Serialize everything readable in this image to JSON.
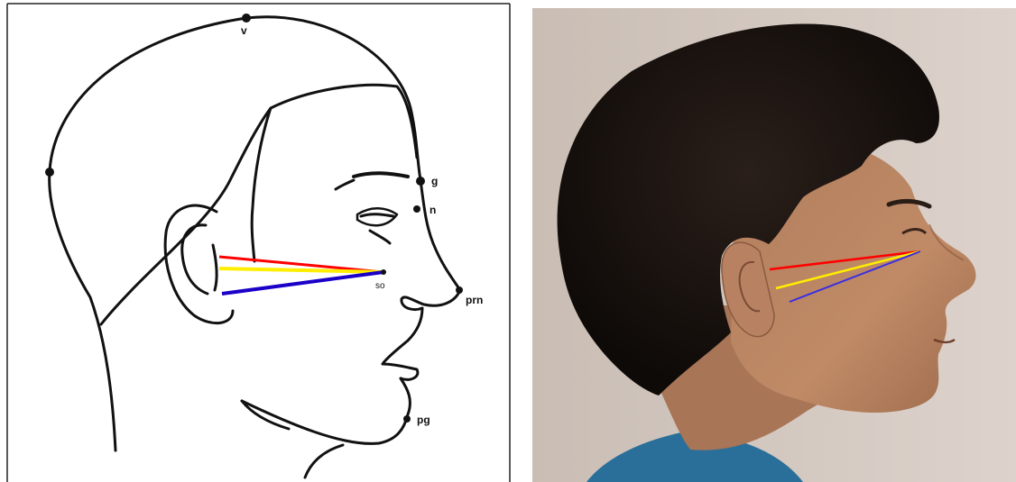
{
  "diagram": {
    "landmarks": [
      {
        "key": "v",
        "label": "v"
      },
      {
        "key": "g",
        "label": "g"
      },
      {
        "key": "n",
        "label": "n"
      },
      {
        "key": "so",
        "label": "so"
      },
      {
        "key": "prn",
        "label": "prn"
      },
      {
        "key": "pg",
        "label": "pg"
      }
    ],
    "measurement_lines": [
      {
        "color": "#ff0000"
      },
      {
        "color": "#ffee00"
      },
      {
        "color": "#1a00c8"
      }
    ]
  },
  "photo": {
    "measurement_lines": [
      {
        "color": "#ff0000"
      },
      {
        "color": "#ffee00"
      },
      {
        "color": "#3a2ee0"
      }
    ]
  }
}
